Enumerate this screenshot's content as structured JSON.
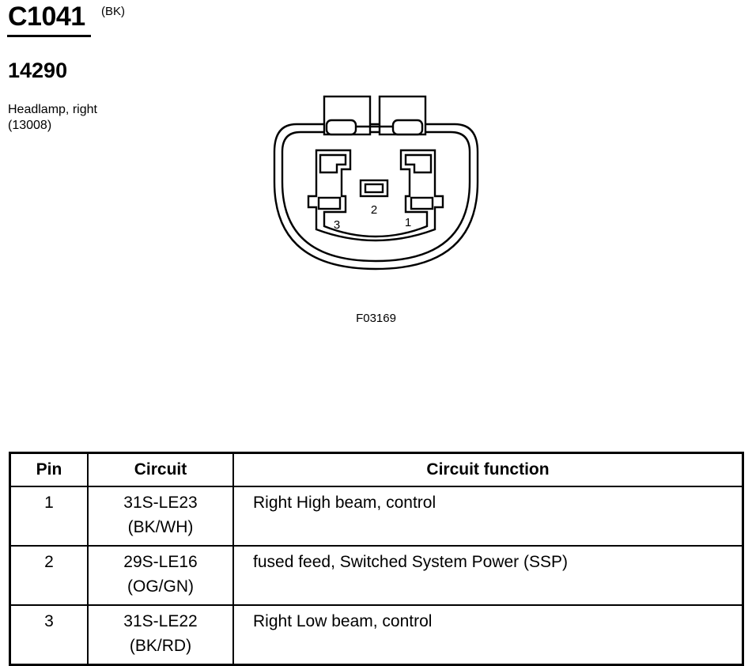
{
  "connector": {
    "id": "C1041",
    "color": "(BK)"
  },
  "component": {
    "part_number": "14290",
    "name": "Headlamp, right",
    "reference": "(13008)"
  },
  "diagram": {
    "figure_id": "F03169",
    "pin_labels": [
      "1",
      "2",
      "3"
    ]
  },
  "table": {
    "headers": [
      "Pin",
      "Circuit",
      "Circuit function"
    ],
    "rows": [
      {
        "pin": "1",
        "circuit": "31S-LE23",
        "wire_color": "(BK/WH)",
        "function": "Right High beam, control"
      },
      {
        "pin": "2",
        "circuit": "29S-LE16",
        "wire_color": "(OG/GN)",
        "function": "fused feed, Switched System Power (SSP)"
      },
      {
        "pin": "3",
        "circuit": "31S-LE22",
        "wire_color": "(BK/RD)",
        "function": "Right Low beam, control"
      }
    ]
  }
}
